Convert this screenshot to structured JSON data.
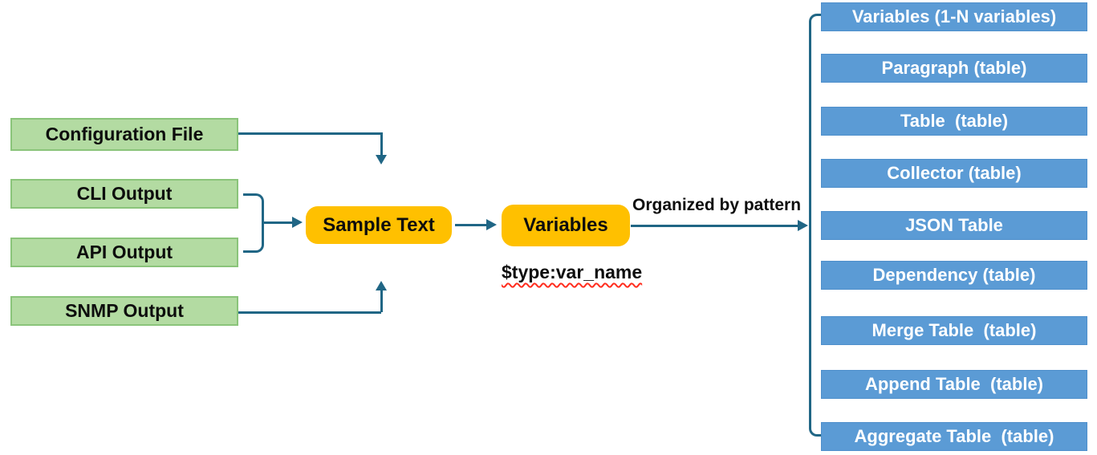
{
  "diagram": {
    "sources": [
      {
        "label": "Configuration File"
      },
      {
        "label": "CLI Output"
      },
      {
        "label": "API Output"
      },
      {
        "label": "SNMP Output"
      }
    ],
    "process": {
      "sample_text_label": "Sample Text",
      "variables_label": "Variables",
      "variable_syntax": "$type:var_name",
      "arrow_label": "Organized by pattern"
    },
    "patterns": [
      {
        "label": "Variables (1-N variables)"
      },
      {
        "label": "Paragraph (table)"
      },
      {
        "label": "Table  (table)"
      },
      {
        "label": "Collector (table)"
      },
      {
        "label": "JSON Table"
      },
      {
        "label": "Dependency (table)"
      },
      {
        "label": "Merge Table  (table)"
      },
      {
        "label": "Append Table  (table)"
      },
      {
        "label": "Aggregate Table  (table)"
      }
    ],
    "colors": {
      "source_box_fill": "#B3DBA2",
      "source_box_border": "#8AC47A",
      "process_box_fill": "#FFC000",
      "pattern_box_fill": "#5B9BD5",
      "pattern_box_text": "#FFFFFF",
      "connector": "#206685",
      "spellcheck_underline": "#FF2E1F"
    }
  }
}
